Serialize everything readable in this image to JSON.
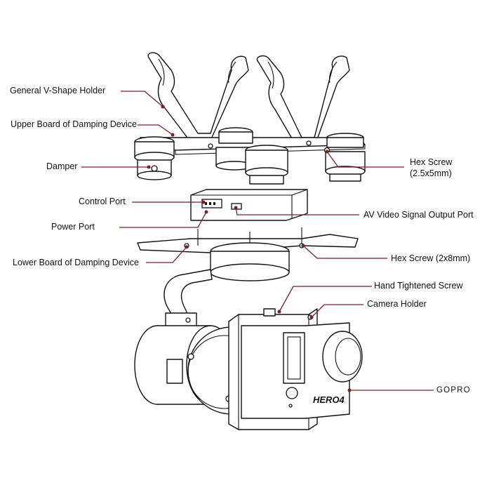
{
  "diagram": {
    "labels": {
      "v_holder": "General V-Shape Holder",
      "upper_board": "Upper Board of Damping Device",
      "damper": "Damper",
      "hex_screw_1": "Hex Screw\n(2.5x5mm)",
      "hex_screw_1_line1": "Hex Screw",
      "hex_screw_1_line2": "(2.5x5mm)",
      "control_port": "Control Port",
      "power_port": "Power Port",
      "av_port": "AV Video Signal Output Port",
      "lower_board": "Lower Board of Damping Device",
      "hex_screw_2": "Hex Screw (2x8mm)",
      "hand_screw": "Hand Tightened Screw",
      "camera_holder": "Camera Holder",
      "gopro": "GOPRO",
      "hero4": "HERO4"
    },
    "colors": {
      "leader": "#7a1f28",
      "line": "#111111",
      "background": "#ffffff"
    }
  }
}
